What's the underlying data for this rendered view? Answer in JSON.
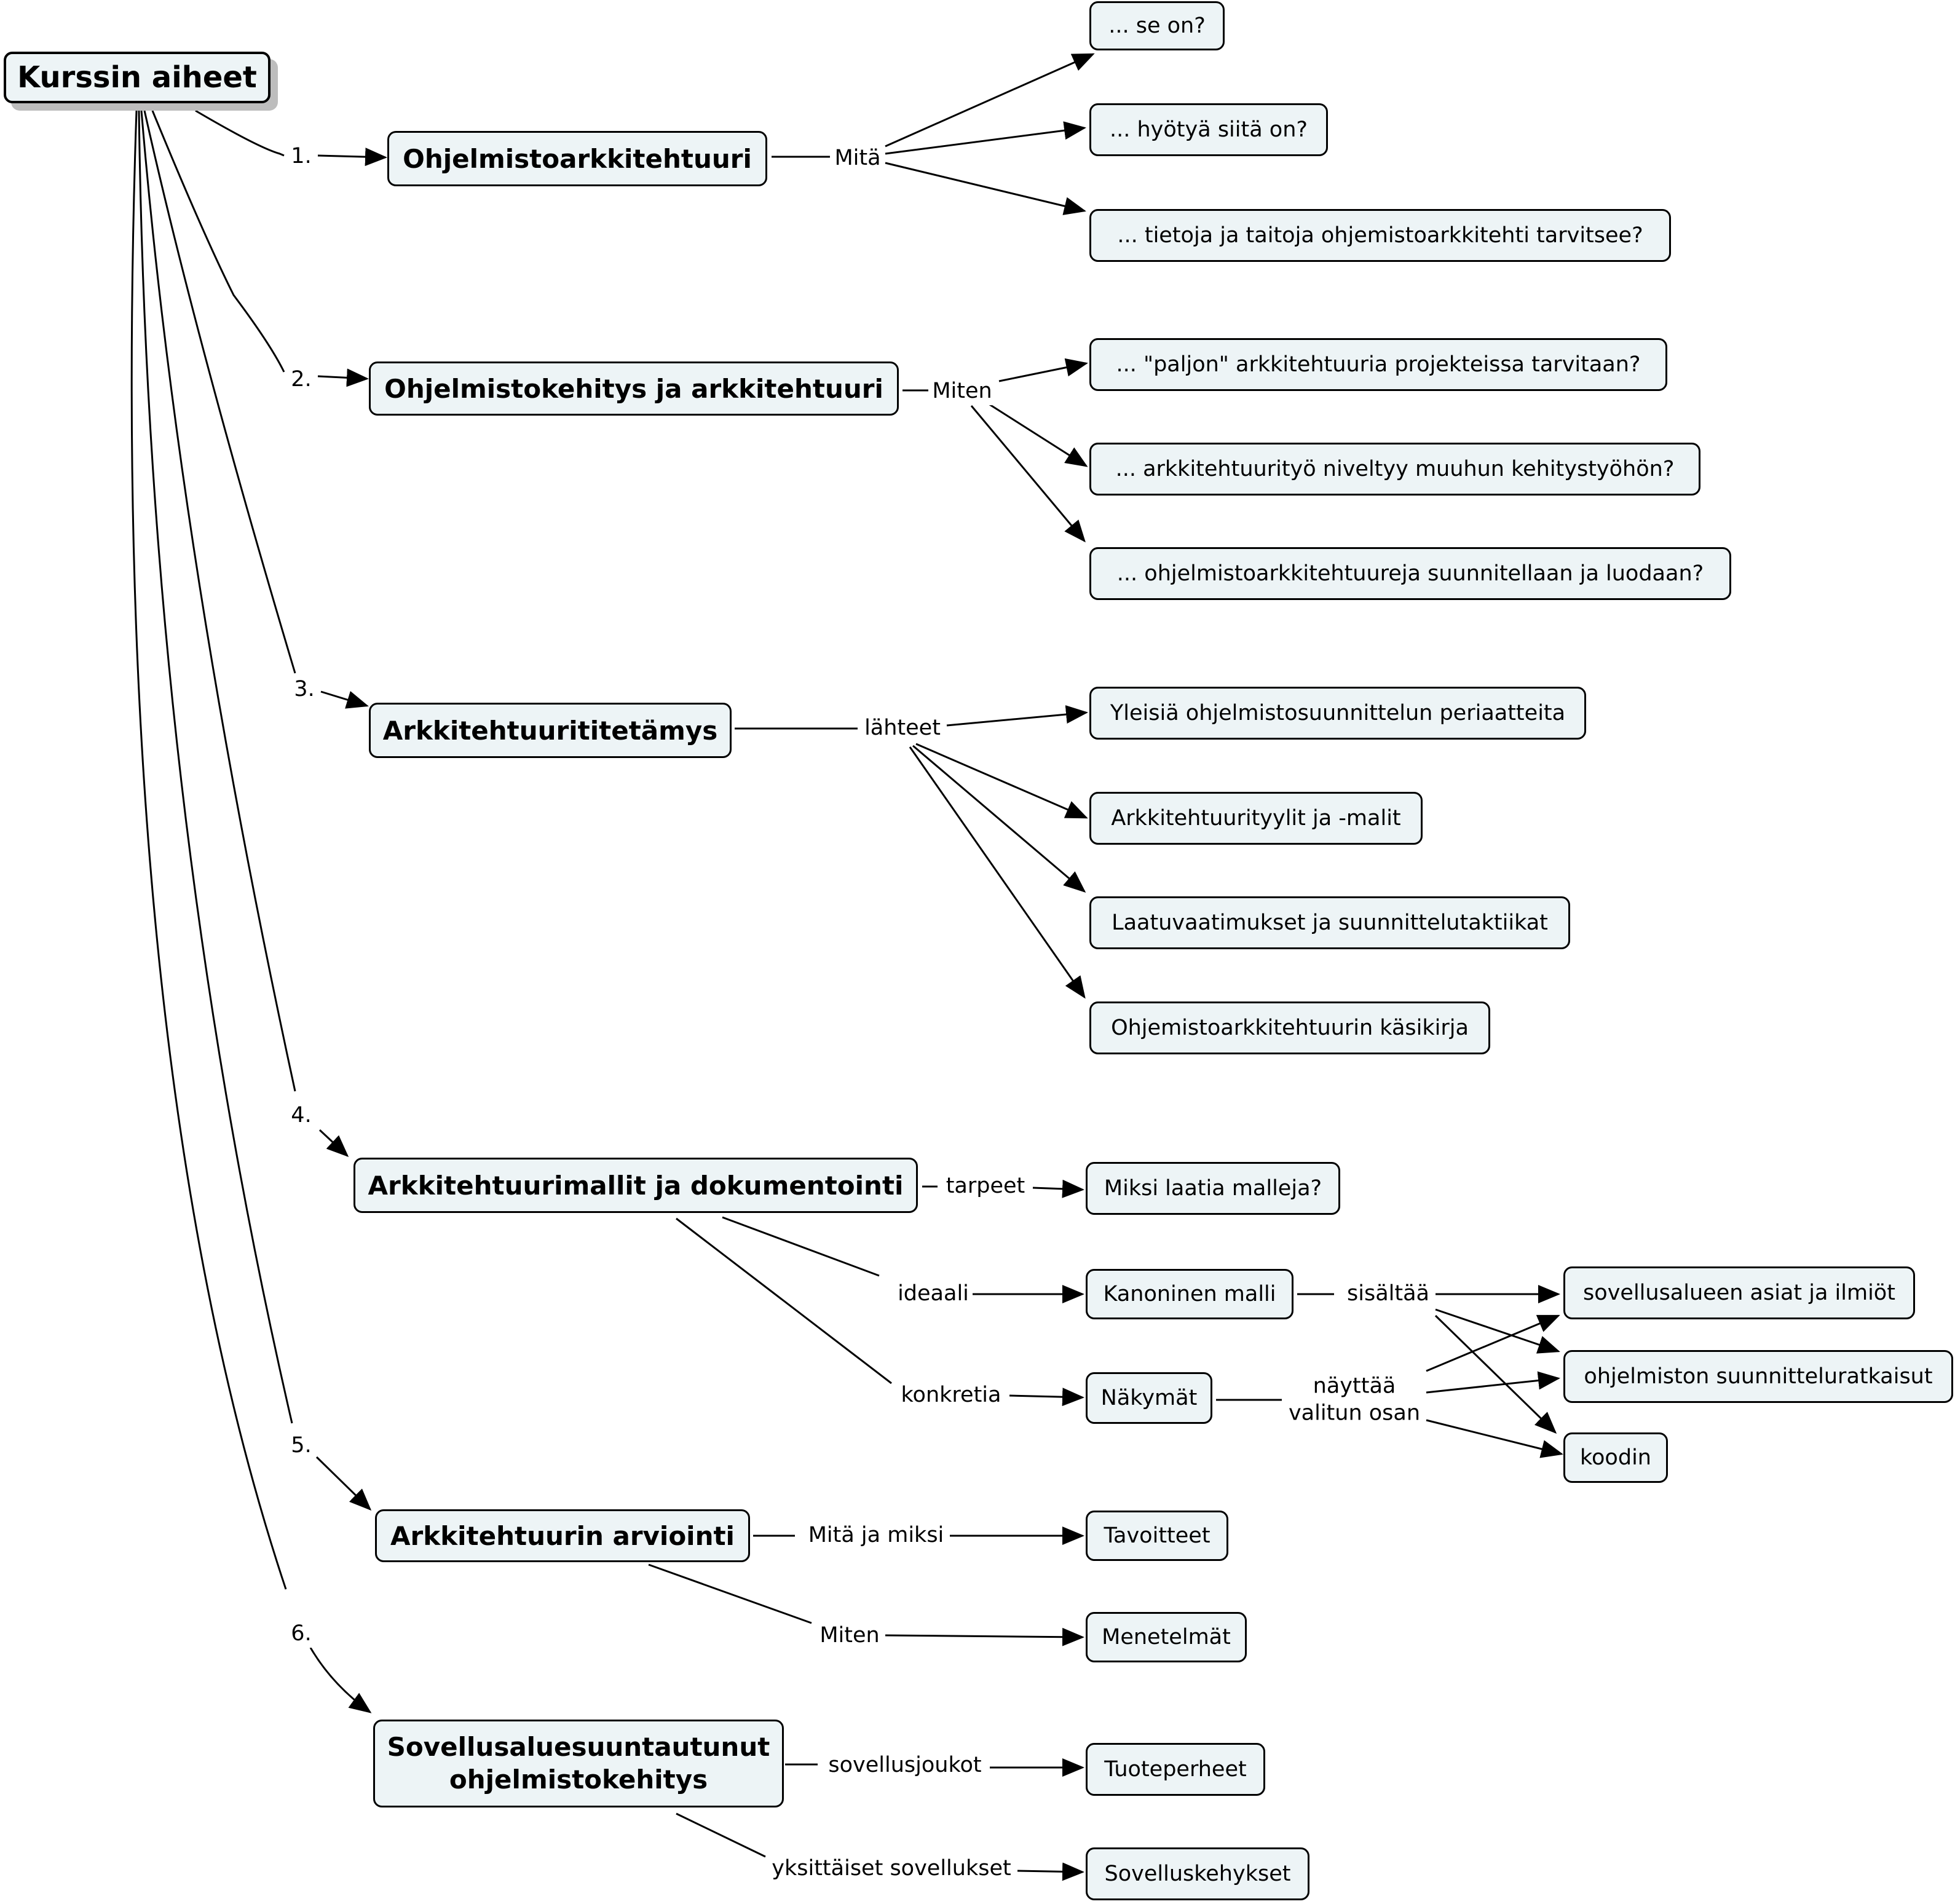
{
  "root": "Kurssin aiheet",
  "numbers": [
    "1.",
    "2.",
    "3.",
    "4.",
    "5.",
    "6."
  ],
  "topics": {
    "t1": "Ohjelmistoarkkitehtuuri",
    "t2": "Ohjelmistokehitys ja arkkitehtuuri",
    "t3": "Arkkitehtuurititetämys",
    "t4": "Arkkitehtuurimallit ja dokumentointi",
    "t5": "Arkkitehtuurin arviointi",
    "t6": "Sovellusaluesuuntautunut\nohjelmistokehitys"
  },
  "linkLabels": {
    "mita": "Mitä",
    "miten2": "Miten",
    "lahteet": "lähteet",
    "tarpeet": "tarpeet",
    "ideaali": "ideaali",
    "konkretia": "konkretia",
    "sisaltaa": "sisältää",
    "nayttaa": "näyttää\nvalitun osan",
    "mitaMiksi": "Mitä ja miksi",
    "miten5": "Miten",
    "sovellusjoukot": "sovellusjoukot",
    "yksittaiset": "yksittäiset sovellukset"
  },
  "leaves": {
    "seOn": "... se on?",
    "hyotya": "... hyötyä siitä on?",
    "tietoja": "... tietoja ja taitoja ohjemistoarkkitehti tarvitsee?",
    "paljon": "... \"paljon\" arkkitehtuuria projekteissa tarvitaan?",
    "niveltyy": "... arkkitehtuurityö niveltyy muuhun kehitystyöhön?",
    "suunnitellaan": "... ohjelmistoarkkitehtuureja suunnitellaan ja luodaan?",
    "yleisia": "Yleisiä ohjelmistosuunnittelun periaatteita",
    "tyylit": "Arkkitehtuurityylit ja -malit",
    "laatu": "Laatuvaatimukset ja suunnittelutaktiikat",
    "kasikirja": "Ohjemistoarkkitehtuurin käsikirja",
    "miksi": "Miksi laatia malleja?",
    "kanoninen": "Kanoninen malli",
    "nakymat": "Näkymät",
    "sovellusalue": "sovellusalueen asiat ja ilmiöt",
    "suunnitteluratk": "ohjelmiston suunnitteluratkaisut",
    "koodin": "koodin",
    "tavoitteet": "Tavoitteet",
    "menetelmat": "Menetelmät",
    "tuoteperheet": "Tuoteperheet",
    "sovelluskehykset": "Sovelluskehykset"
  }
}
